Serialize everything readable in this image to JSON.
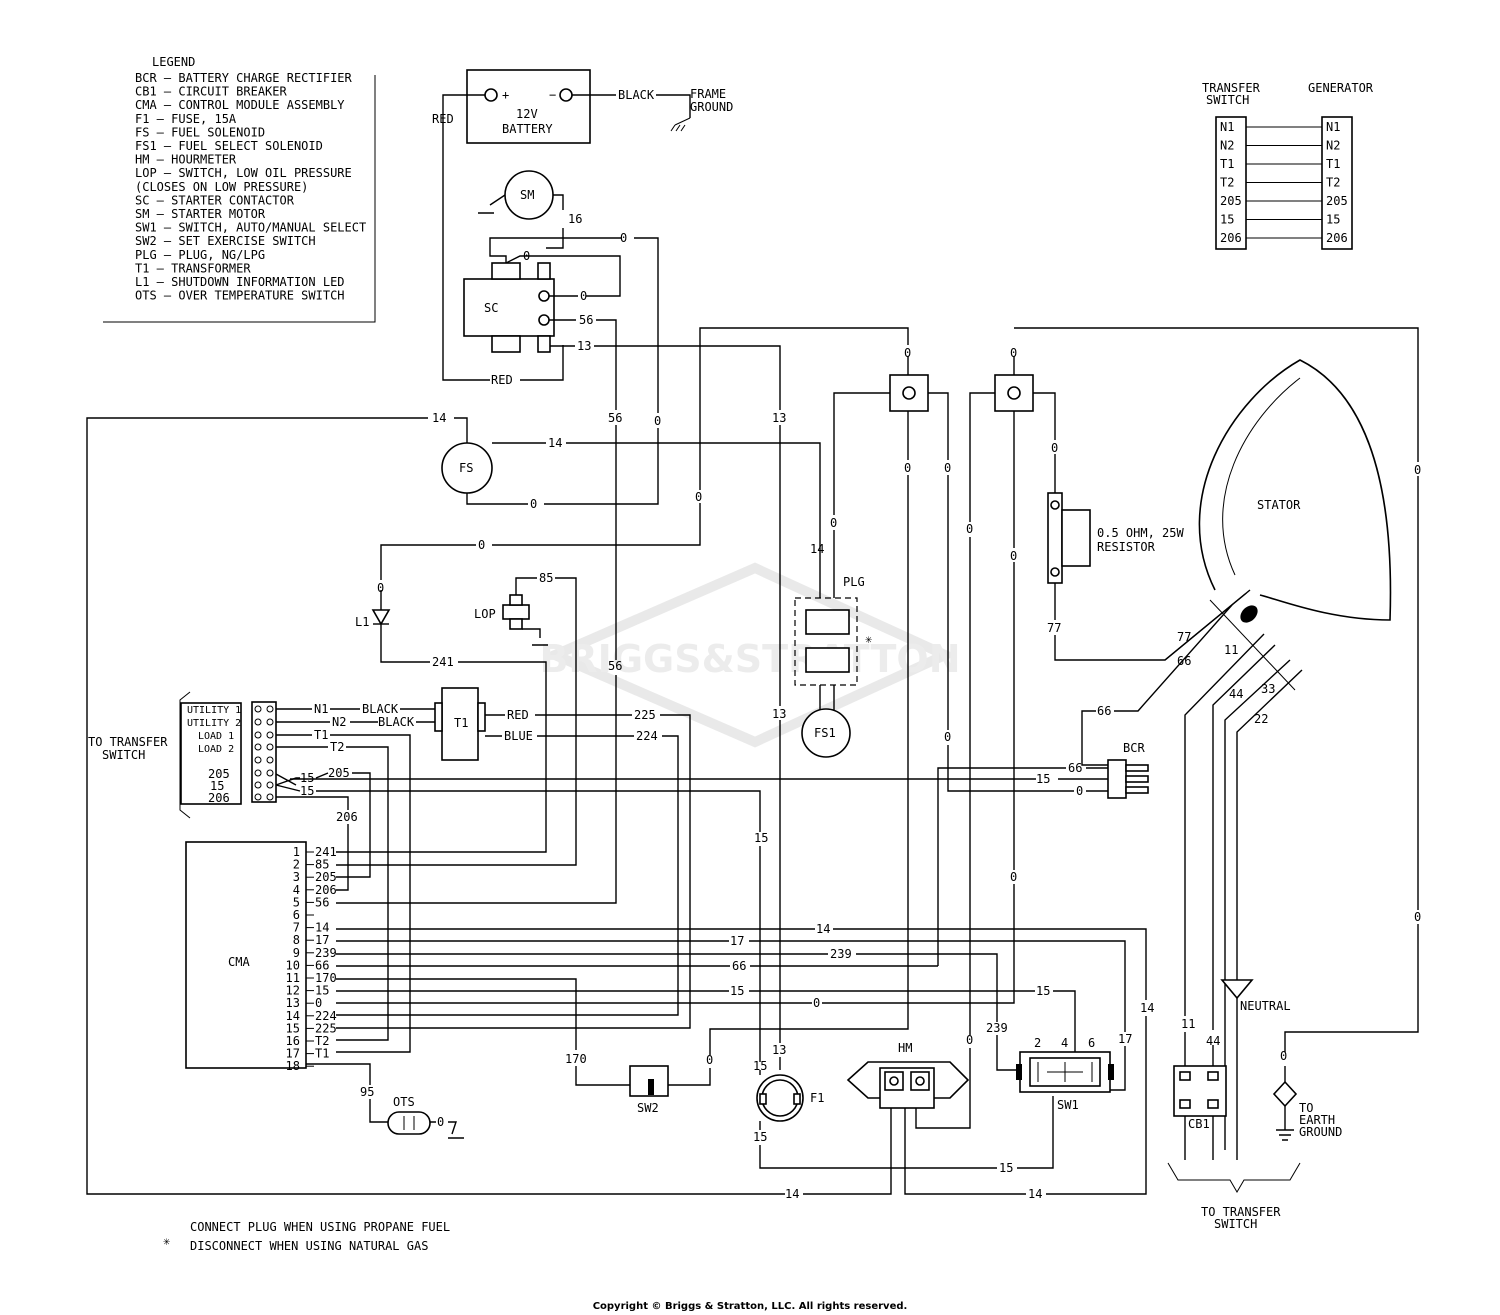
{
  "legend": {
    "title": "LEGEND",
    "lines": [
      "BCR  — BATTERY CHARGE RECTIFIER",
      "CB1  — CIRCUIT BREAKER",
      "CMA  — CONTROL MODULE ASSEMBLY",
      "F1   — FUSE, 15A",
      "FS   — FUEL SOLENOID",
      "FS1  — FUEL SELECT SOLENOID",
      "HM   — HOURMETER",
      "LOP  — SWITCH, LOW OIL PRESSURE",
      "       (CLOSES ON LOW PRESSURE)",
      "SC   — STARTER CONTACTOR",
      "SM   — STARTER MOTOR",
      "SW1  — SWITCH, AUTO/MANUAL SELECT",
      "SW2  — SET EXERCISE SWITCH",
      "PLG  — PLUG, NG/LPG",
      "T1   — TRANSFORMER",
      "L1   — SHUTDOWN INFORMATION LED",
      "OTS  — OVER TEMPERATURE SWITCH"
    ]
  },
  "battery": {
    "label1": "12V",
    "label2": "BATTERY",
    "plus": "+",
    "minus": "−",
    "wire_neg": "BLACK",
    "wire_pos": "RED",
    "ground1": "FRAME",
    "ground2": "GROUND"
  },
  "transfer_table": {
    "left_title1": "TRANSFER",
    "left_title2": "SWITCH",
    "right_title": "GENERATOR",
    "rows": [
      "N1",
      "N2",
      "T1",
      "T2",
      "205",
      "15",
      "206"
    ]
  },
  "components": {
    "sm": "SM",
    "sc": "SC",
    "fs": "FS",
    "fs1": "FS1",
    "plg": "PLG",
    "l1": "L1",
    "lop": "LOP",
    "t1": "T1",
    "bcr": "BCR",
    "cma": "CMA",
    "sw2": "SW2",
    "f1": "F1",
    "hm": "HM",
    "sw1": "SW1",
    "ots": "OTS",
    "cb1": "CB1",
    "stator": "STATOR",
    "resistor1": "0.5 OHM, 25W",
    "resistor2": "RESISTOR",
    "neutral": "NEUTRAL",
    "earth1": "TO",
    "earth2": "EARTH",
    "earth3": "GROUND",
    "to_ts1": "TO TRANSFER",
    "to_ts2": "SWITCH",
    "left_ts1": "TO TRANSFER",
    "left_ts2": "SWITCH",
    "sw1_pins": [
      "2",
      "4",
      "6"
    ],
    "asterisk": "✳"
  },
  "terminal_block": {
    "labels": [
      "UTILITY 1",
      "UTILITY 2",
      "LOAD 1",
      "LOAD 2",
      "205",
      "15",
      "206"
    ]
  },
  "cma_pins": {
    "numbers": [
      "1",
      "2",
      "3",
      "4",
      "5",
      "6",
      "7",
      "8",
      "9",
      "10",
      "11",
      "12",
      "13",
      "14",
      "15",
      "16",
      "17",
      "18"
    ],
    "wires": [
      "241",
      "85",
      "205",
      "206",
      "56",
      "",
      "14",
      "17",
      "239",
      "66",
      "170",
      "15",
      "0",
      "224",
      "225",
      "T2",
      "T1",
      ""
    ]
  },
  "wires": {
    "red": "RED",
    "black": "BLACK",
    "blue": "BLUE",
    "n1": "N1",
    "n2": "N2",
    "t1": "T1",
    "t2": "T2",
    "w0": "0",
    "w13": "13",
    "w14": "14",
    "w15": "15",
    "w16": "16",
    "w17": "17",
    "w22": "22",
    "w33": "33",
    "w44": "44",
    "w11": "11",
    "w56": "56",
    "w66": "66",
    "w77": "77",
    "w85": "85",
    "w95": "95",
    "w170": "170",
    "w205": "205",
    "w206": "206",
    "w224": "224",
    "w225": "225",
    "w239": "239",
    "w241": "241"
  },
  "notes": {
    "line1": "CONNECT PLUG WHEN USING PROPANE FUEL",
    "line2": "DISCONNECT WHEN USING NATURAL GAS"
  },
  "watermark": "BRIGGS&STRATTON",
  "copyright": "Copyright © Briggs & Stratton, LLC. All rights reserved."
}
